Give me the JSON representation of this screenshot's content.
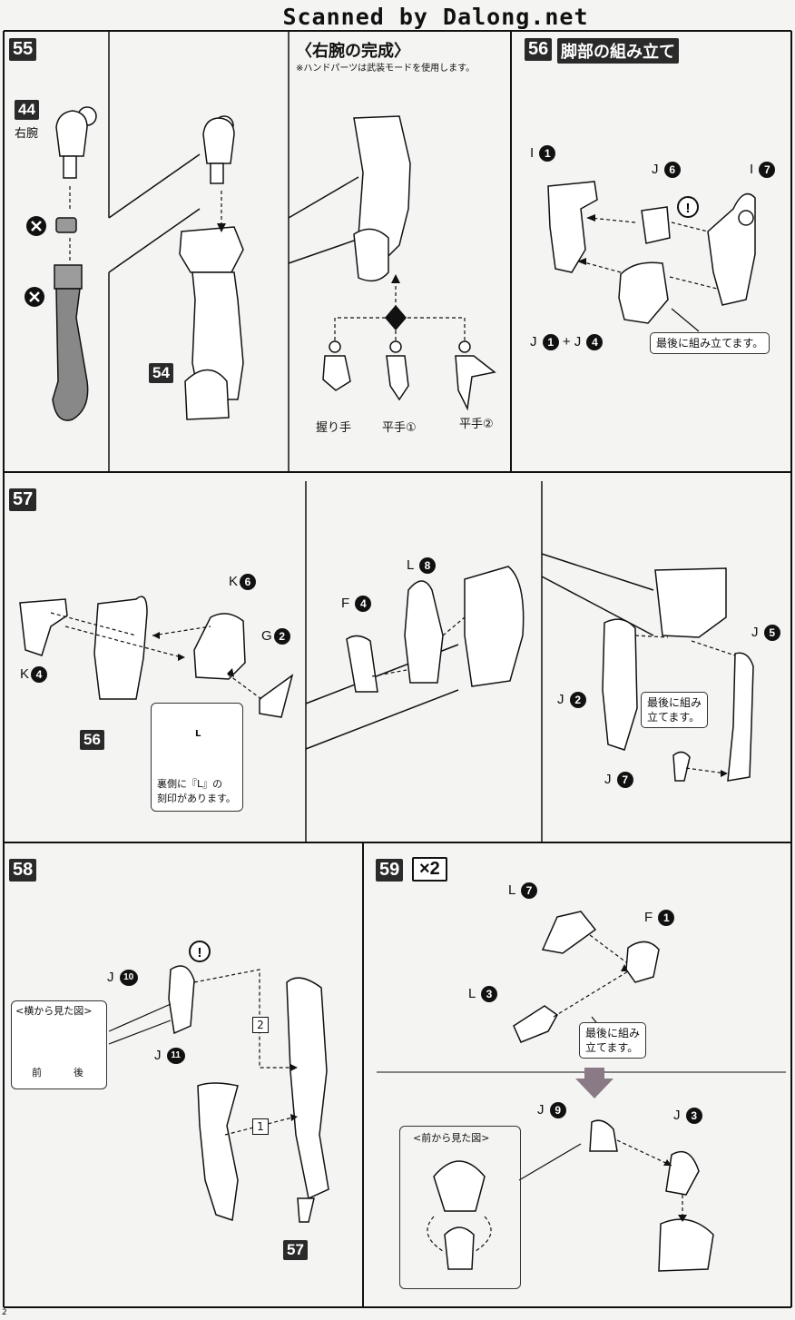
{
  "watermark": "Scanned by Dalong.net",
  "page_number": "2",
  "step55": {
    "number": "55",
    "part_ref": "44",
    "part_name": "右腕",
    "assembly_ref": "54",
    "title": "〈右腕の完成〉",
    "note": "※ハンドパーツは武装モードを使用します。",
    "hands": [
      "握り手",
      "平手①",
      "平手②"
    ]
  },
  "step56": {
    "number": "56",
    "title": "脚部の組み立て",
    "parts": {
      "i1": {
        "letter": "I",
        "num": "1"
      },
      "j6": {
        "letter": "J",
        "num": "6"
      },
      "i7": {
        "letter": "I",
        "num": "7"
      },
      "j1": {
        "letter": "J",
        "num": "1"
      },
      "j4": {
        "letter": "J",
        "num": "4"
      }
    },
    "plus": "+",
    "callout": "最後に組み立てます。"
  },
  "step57": {
    "number": "57",
    "assembly_ref": "56",
    "parts": {
      "k6": {
        "letter": "K",
        "num": "6"
      },
      "g2": {
        "letter": "G",
        "num": "2"
      },
      "k4": {
        "letter": "K",
        "num": "4"
      },
      "l8": {
        "letter": "L",
        "num": "8"
      },
      "f4": {
        "letter": "F",
        "num": "4"
      },
      "j5": {
        "letter": "J",
        "num": "5"
      },
      "j2": {
        "letter": "J",
        "num": "2"
      },
      "j7": {
        "letter": "J",
        "num": "7"
      }
    },
    "stamp_mark": "L",
    "stamp_note_1": "裏側に『L』の",
    "stamp_note_2": "刻印があります。",
    "callout_1": "最後に組み",
    "callout_2": "立てます。"
  },
  "step58": {
    "number": "58",
    "assembly_ref": "57",
    "parts": {
      "j10": {
        "letter": "J",
        "num": "10"
      },
      "j11": {
        "letter": "J",
        "num": "11"
      }
    },
    "side_view_title": "<横から見た図>",
    "front_label": "前",
    "back_label": "後",
    "order_1": "1",
    "order_2": "2"
  },
  "step59": {
    "number": "59",
    "multiplier": "×2",
    "parts": {
      "l7": {
        "letter": "L",
        "num": "7"
      },
      "f1": {
        "letter": "F",
        "num": "1"
      },
      "l3": {
        "letter": "L",
        "num": "3"
      },
      "j9": {
        "letter": "J",
        "num": "9"
      },
      "j3": {
        "letter": "J",
        "num": "3"
      }
    },
    "callout_1": "最後に組み",
    "callout_2": "立てます。",
    "front_view_title": "<前から見た図>"
  },
  "icons": {
    "attention": "exclamation-icon",
    "prohibited": "x-circle-icon",
    "arrow": "down-arrow-icon"
  },
  "colors": {
    "ink": "#111111",
    "paper": "#f4f4f2",
    "arrow": "#8a7a86"
  }
}
